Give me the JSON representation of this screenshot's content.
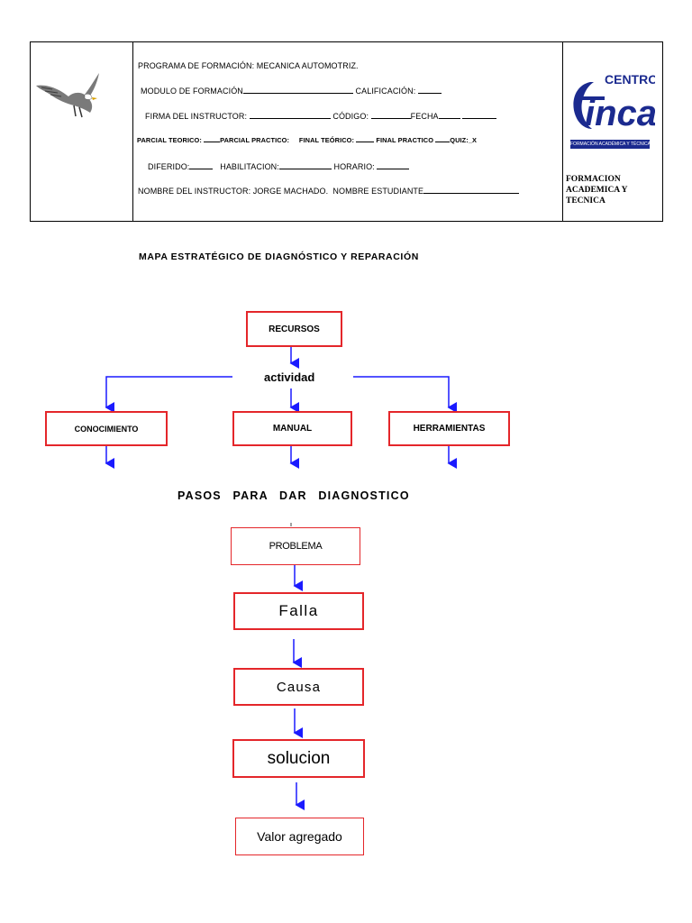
{
  "header": {
    "line1": "PROGRAMA DE  FORMACIÓN: MECANICA AUTOMOTRIZ.",
    "line2a": "MODULO DE  FORMACIÓN",
    "line2b": "CALIFICACIÓN:",
    "line3a": "FIRMA DEL INSTRUCTOR:",
    "line3b": "CÓDIGO:",
    "line3c": "FECHA",
    "line4a": "PARCIAL TEORICO:",
    "line4b": "PARCIAL PRACTICO:",
    "line4c": "FINAL TEÓRICO:",
    "line4d": "FINAL PRACTICO",
    "line4e": "QUIZ:_X",
    "line5a": "DIFERIDO:",
    "line5b": "HABILITACION:",
    "line5c": "HORARIO:",
    "line6a": "NOMBRE DEL INSTRUCTOR: JORGE MACHADO.",
    "line6b": "NOMBRE ESTUDIANTE",
    "logo_top": "CENTRO",
    "logo_main": "inca",
    "logo_sub": "FORMACIÓN ACADÉMICA Y TÉCNICA",
    "side_text": [
      "FORMACION",
      "ACADEMICA Y",
      "TECNICA"
    ]
  },
  "title_map": "MAPA ESTRATÉGICO DE DIAGNÓSTICO Y REPARACIÓN",
  "map": {
    "top_box": "RECURSOS",
    "middle_label": "actividad",
    "boxes": [
      "CONOCIMIENTO",
      "MANUAL",
      "HERRAMIENTAS"
    ]
  },
  "title_steps": "PASOS   PARA   DAR  DIAGNOSTICO",
  "steps": [
    "PROBLEMA",
    "Falla",
    "Causa",
    "solucion",
    "Valor agregado"
  ],
  "colors": {
    "box_border": "#e4262a",
    "arrow": "#1a1aff",
    "logo_blue": "#1b2a8f"
  }
}
